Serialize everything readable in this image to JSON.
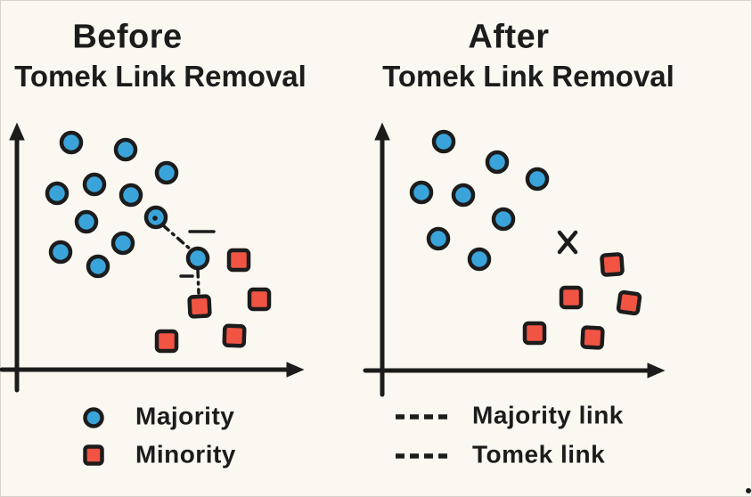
{
  "page": {
    "type": "hand-drawn-diagram"
  },
  "colors": {
    "background": "#faf8f1",
    "ink": "#1c1c1c",
    "majority": "#3aa4da",
    "minority": "#f15443"
  },
  "titles": {
    "before": {
      "line1": "Before",
      "line2": "Tomek Link Removal"
    },
    "after": {
      "line1": "After",
      "line2": "Tomek Link Removal"
    }
  },
  "legend_left": {
    "items": [
      {
        "marker": "majority-circle",
        "label": "Majority"
      },
      {
        "marker": "minority-square",
        "label": "Minority"
      }
    ]
  },
  "legend_right": {
    "items": [
      {
        "marker": "dashed-line",
        "label": "Majority link"
      },
      {
        "marker": "dashed-line",
        "label": "Tomek link"
      }
    ]
  },
  "chart_data": [
    {
      "type": "scatter",
      "panel": "before",
      "title": "Before Tomek Link Removal",
      "xlabel": "",
      "ylabel": "",
      "grid": false,
      "series": [
        {
          "name": "Majority",
          "marker": "circle",
          "color": "#3aa4da",
          "points": [
            [
              80,
              160
            ],
            [
              141,
              168
            ],
            [
              187,
              194
            ],
            [
              64,
              217
            ],
            [
              106,
              207
            ],
            [
              147,
              219
            ],
            [
              97,
              249
            ],
            [
              175,
              244
            ],
            [
              138,
              273
            ],
            [
              68,
              283
            ],
            [
              110,
              299
            ],
            [
              222,
              290
            ]
          ]
        },
        {
          "name": "Minority",
          "marker": "square",
          "color": "#f15443",
          "points": [
            [
              268,
              292,
              0
            ],
            [
              291,
              336,
              0
            ],
            [
              224,
              344,
              -3
            ],
            [
              187,
              383,
              0
            ],
            [
              263,
              377,
              2
            ]
          ]
        }
      ],
      "annotations": {
        "majority_link": [
          [
            183,
            253
          ],
          [
            215,
            281
          ]
        ],
        "tomek_link": [
          [
            222,
            303
          ],
          [
            223,
            329
          ]
        ],
        "stray_dashes": [
          [
            213,
            260,
            240,
            260
          ],
          [
            203,
            310,
            216,
            310
          ]
        ],
        "pen_dot": [
          174,
          245
        ]
      },
      "axes": {
        "y": [
          [
            19,
            438
          ],
          [
            19,
            145
          ]
        ],
        "x": [
          [
            2,
            415
          ],
          [
            334,
            415
          ]
        ]
      }
    },
    {
      "type": "scatter",
      "panel": "after",
      "title": "After Tomek Link Removal",
      "xlabel": "",
      "ylabel": "",
      "grid": false,
      "series": [
        {
          "name": "Majority",
          "marker": "circle",
          "color": "#3aa4da",
          "points": [
            [
              498,
              159
            ],
            [
              558,
              182
            ],
            [
              603,
              201
            ],
            [
              473,
              216
            ],
            [
              520,
              219
            ],
            [
              565,
              246
            ],
            [
              492,
              268
            ],
            [
              538,
              291
            ]
          ]
        },
        {
          "name": "Minority",
          "marker": "square",
          "color": "#f15443",
          "points": [
            [
              687,
              297,
              -4
            ],
            [
              641,
              334,
              0
            ],
            [
              706,
              340,
              8
            ],
            [
              600,
              374,
              0
            ],
            [
              665,
              379,
              3
            ]
          ]
        }
      ],
      "annotations": {
        "removed_x": [
          637,
          272
        ]
      },
      "axes": {
        "y": [
          [
            429,
            443
          ],
          [
            429,
            145
          ]
        ],
        "x": [
          [
            410,
            416
          ],
          [
            739,
            416
          ]
        ]
      }
    }
  ]
}
